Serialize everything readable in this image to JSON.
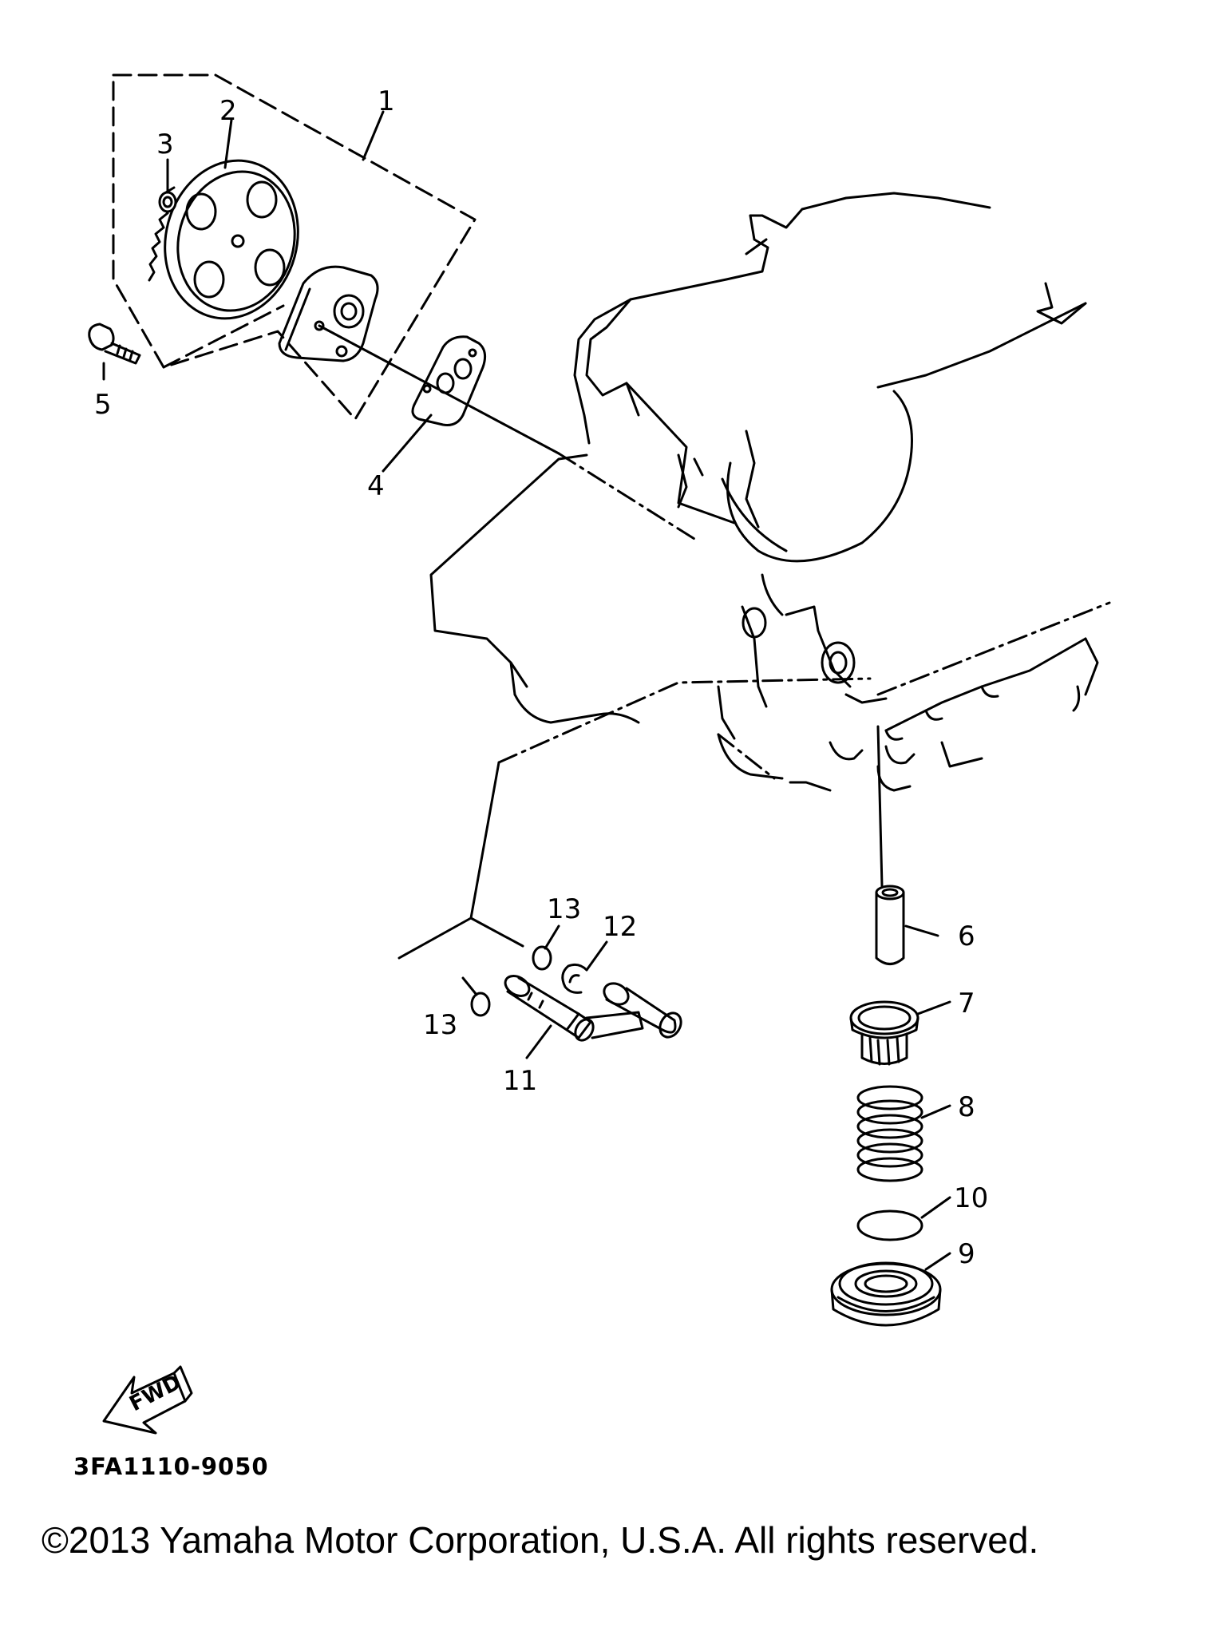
{
  "diagram": {
    "callouts": [
      "1",
      "2",
      "3",
      "4",
      "5",
      "6",
      "7",
      "8",
      "9",
      "10",
      "11",
      "12",
      "13",
      "13"
    ],
    "fwd_label": "FWD",
    "part_code": "3FA1110-9050"
  },
  "footer": {
    "copyright": "©2013 Yamaha Motor Corporation, U.S.A. All rights reserved."
  }
}
